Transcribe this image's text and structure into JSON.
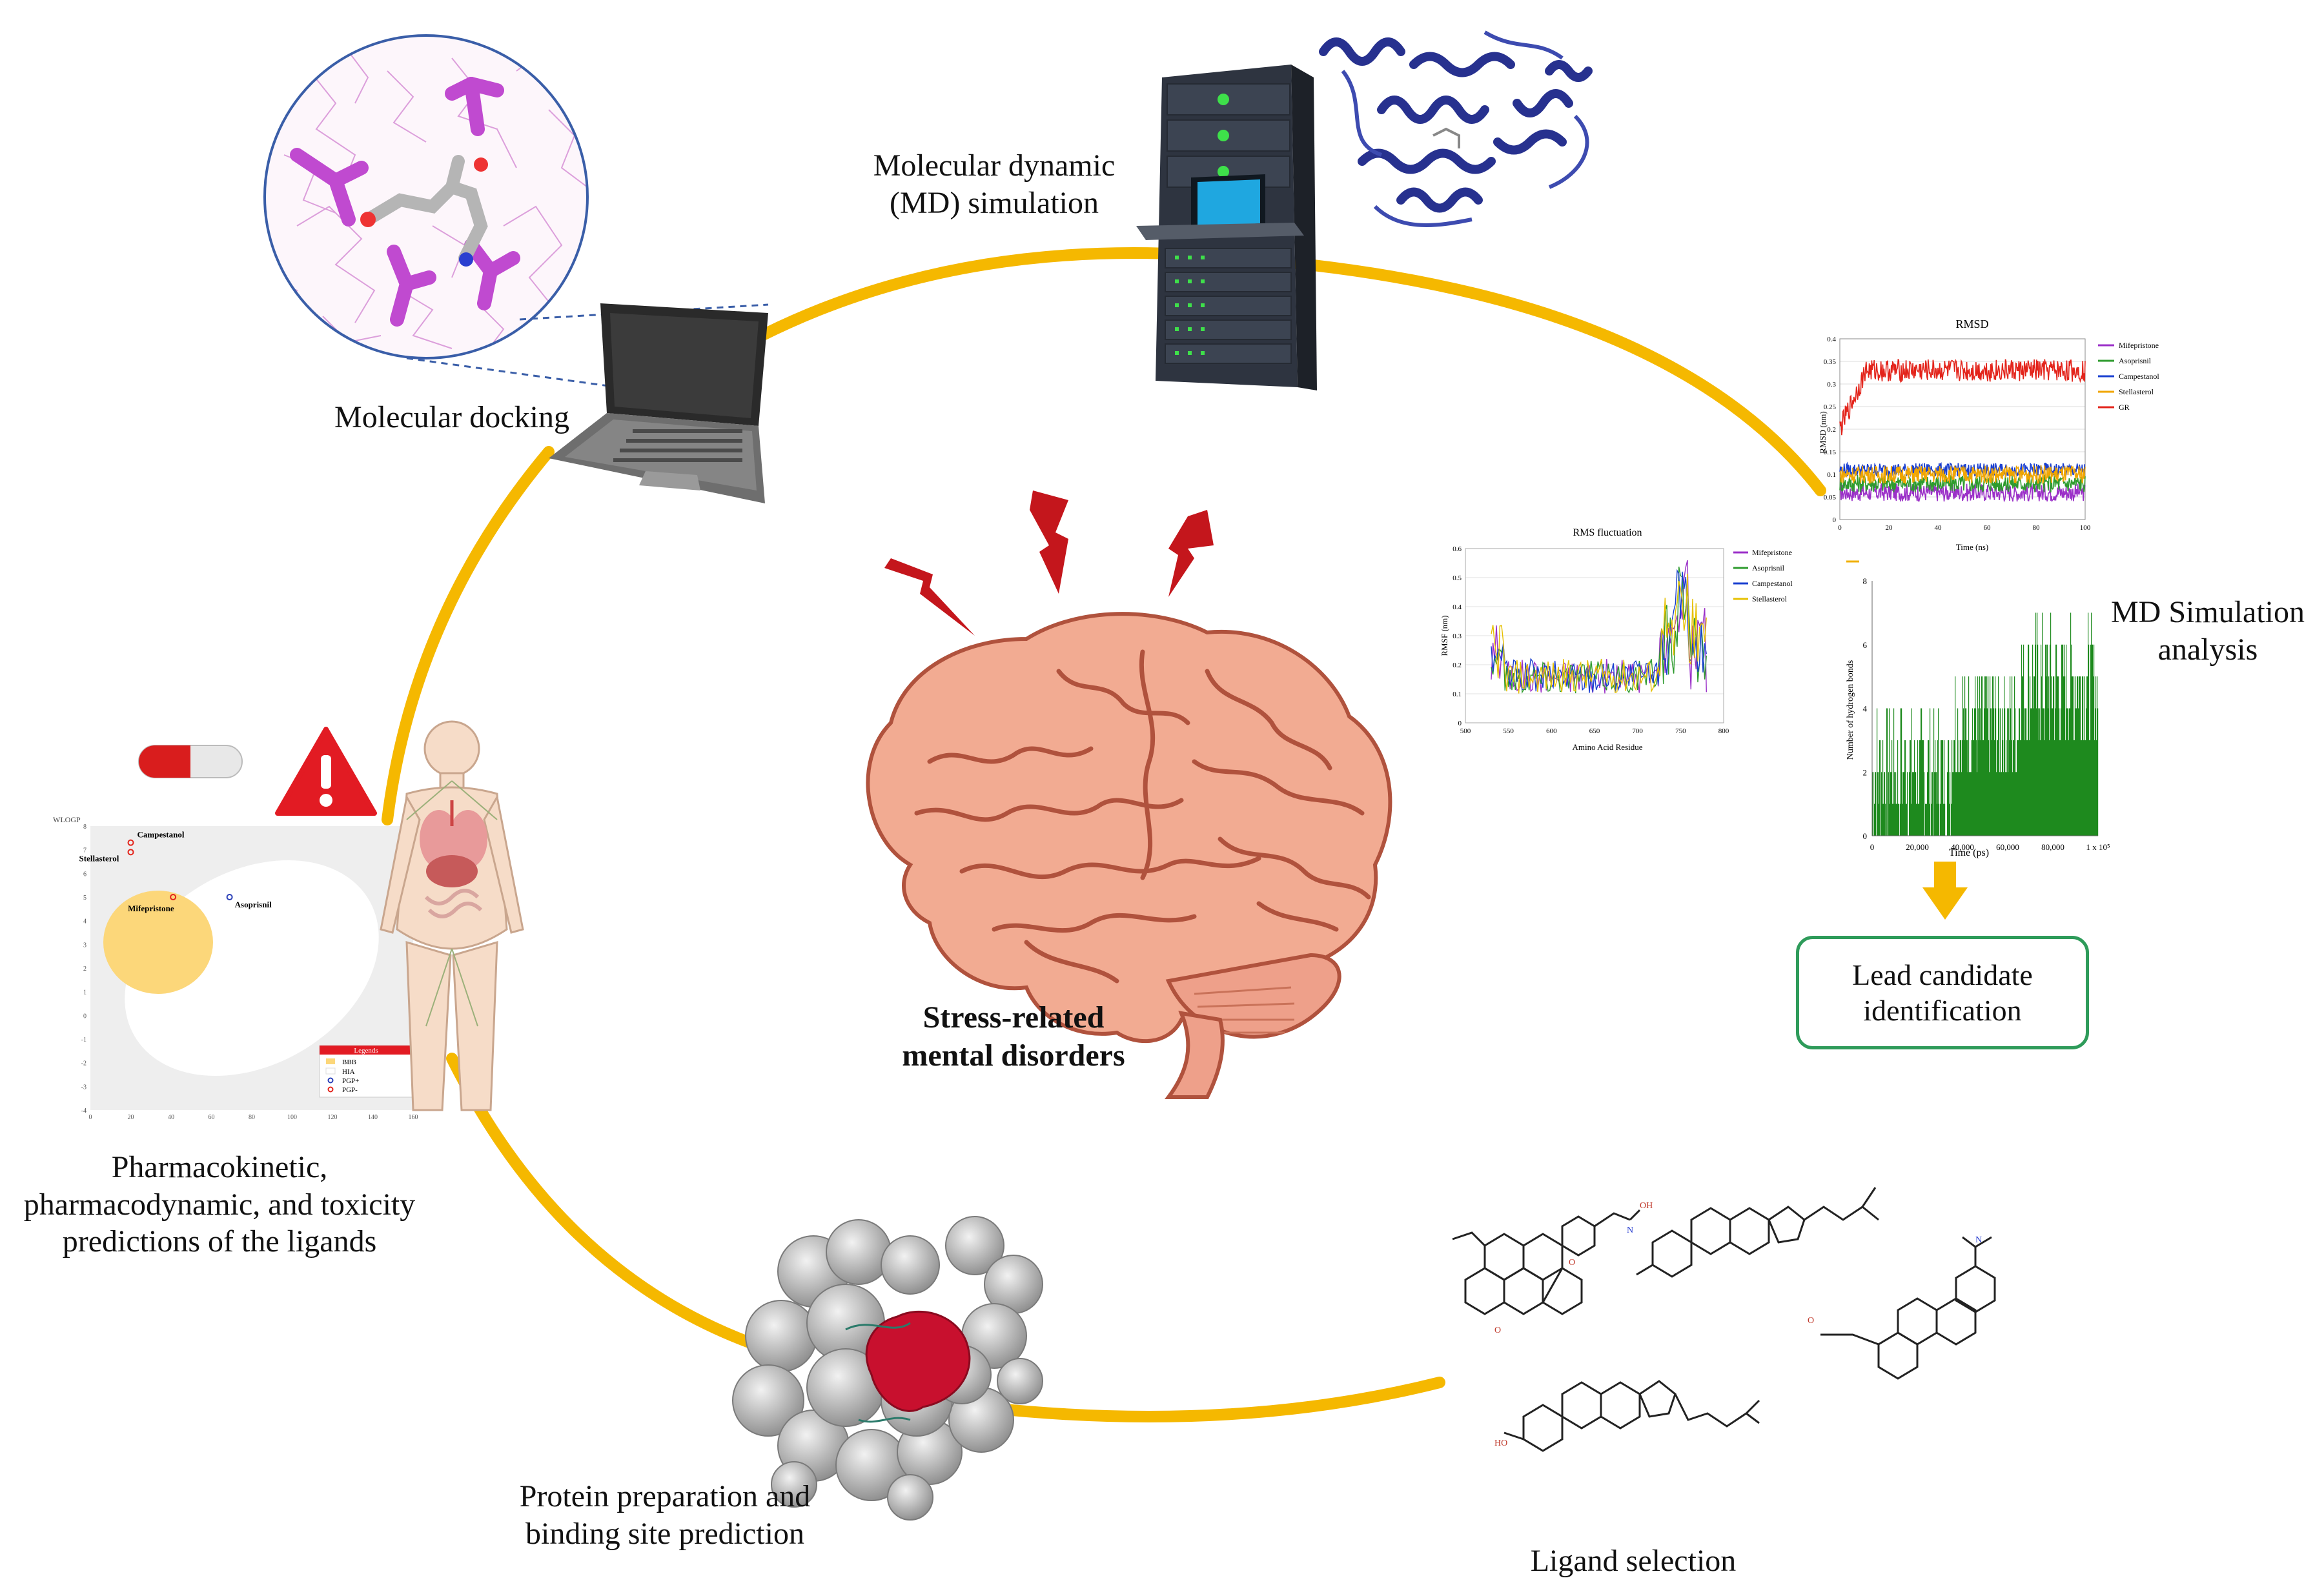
{
  "labels": {
    "docking": "Molecular docking",
    "md_sim_line1": "Molecular dynamic",
    "md_sim_line2": "(MD) simulation",
    "md_analysis_line1": "MD Simulation",
    "md_analysis_line2": "analysis",
    "lead_line1": "Lead candidate",
    "lead_line2": "identification",
    "ligand": "Ligand selection",
    "protein_line1": "Protein preparation and",
    "protein_line2": "binding site prediction",
    "pk_line1": "Pharmacokinetic,",
    "pk_line2": "pharmacodynamic, and toxicity",
    "pk_line3": "predictions of the ligands",
    "center_line1": "Stress-related",
    "center_line2": "mental disorders"
  },
  "colors": {
    "cycle_ring": "#f5b800",
    "lead_border": "#2e9b5a",
    "lightning": "#c4161c",
    "brain": "#f2ab92",
    "warning": "#e21b23",
    "protein_site": "#c8102e"
  },
  "chart_data": [
    {
      "type": "line",
      "title": "RMSD",
      "xlabel": "Time (ns)",
      "ylabel": "RMSD (nm)",
      "xlim": [
        0,
        100
      ],
      "ylim": [
        0,
        0.4
      ],
      "x_ticks": [
        "0",
        "20",
        "40",
        "60",
        "80",
        "100"
      ],
      "y_ticks": [
        "0",
        "0.05",
        "0.1",
        "0.15",
        "0.2",
        "0.25",
        "0.3",
        "0.35",
        "0.4"
      ],
      "grid": true,
      "legend_position": "right",
      "series": [
        {
          "name": "Mifepristone",
          "color": "#9b30c8",
          "level": 0.06,
          "noise": 0.02
        },
        {
          "name": "Asoprisnil",
          "color": "#2e9b2e",
          "level": 0.08,
          "noise": 0.02
        },
        {
          "name": "Campestanol",
          "color": "#1a3fd0",
          "level": 0.11,
          "noise": 0.015
        },
        {
          "name": "Stellasterol",
          "color": "#f0a500",
          "level": 0.1,
          "noise": 0.02
        },
        {
          "name": "GR",
          "color": "#e3241b",
          "level": 0.33,
          "noise": 0.025
        }
      ]
    },
    {
      "type": "line",
      "title": "RMS fluctuation",
      "xlabel": "Amino Acid Residue",
      "ylabel": "RMSF (nm)",
      "xlim": [
        500,
        800
      ],
      "ylim": [
        0,
        0.6
      ],
      "x_ticks": [
        "500",
        "550",
        "600",
        "650",
        "700",
        "750",
        "800"
      ],
      "y_ticks": [
        "0",
        "0.1",
        "0.2",
        "0.3",
        "0.4",
        "0.5",
        "0.6"
      ],
      "grid": true,
      "legend_position": "right",
      "series": [
        {
          "name": "Mifepristone",
          "color": "#9b30c8"
        },
        {
          "name": "Asoprisnil",
          "color": "#2e9b2e"
        },
        {
          "name": "Campestanol",
          "color": "#1a3fd0"
        },
        {
          "name": "Stellasterol",
          "color": "#e6c000"
        }
      ]
    },
    {
      "type": "bar",
      "xlabel": "Time (ps)",
      "ylabel": "Number of hydrogen bonds",
      "xlim": [
        0,
        100000
      ],
      "ylim": [
        0,
        8
      ],
      "x_ticks": [
        "0",
        "20,000",
        "40,000",
        "60,000",
        "80,000",
        "1 x 10⁵"
      ],
      "y_ticks": [
        "0",
        "2",
        "4",
        "6",
        "8"
      ],
      "color": "#1e8a1e"
    },
    {
      "type": "scatter",
      "xlabel": "",
      "ylabel": "WLOGP",
      "xlim": [
        0,
        160
      ],
      "ylim": [
        -4,
        8
      ],
      "x_ticks": [
        "0",
        "20",
        "40",
        "60",
        "80",
        "100",
        "120",
        "140",
        "160"
      ],
      "y_ticks": [
        "-4",
        "-3",
        "-2",
        "-1",
        "0",
        "1",
        "2",
        "3",
        "4",
        "5",
        "6",
        "7",
        "8"
      ],
      "points": [
        {
          "name": "Campestanol",
          "x": 20,
          "y": 7.3,
          "color": "#e3241b"
        },
        {
          "name": "Stellasterol",
          "x": 20,
          "y": 6.9,
          "color": "#e3241b"
        },
        {
          "name": "Mifepristone",
          "x": 41,
          "y": 5.0,
          "color": "#e3241b"
        },
        {
          "name": "Asoprisnil",
          "x": 69,
          "y": 5.0,
          "color": "#2a3fb8"
        }
      ],
      "legend_title": "Legends",
      "legend": [
        "BBB",
        "HIA",
        "PGP+",
        "PGP-"
      ]
    }
  ]
}
